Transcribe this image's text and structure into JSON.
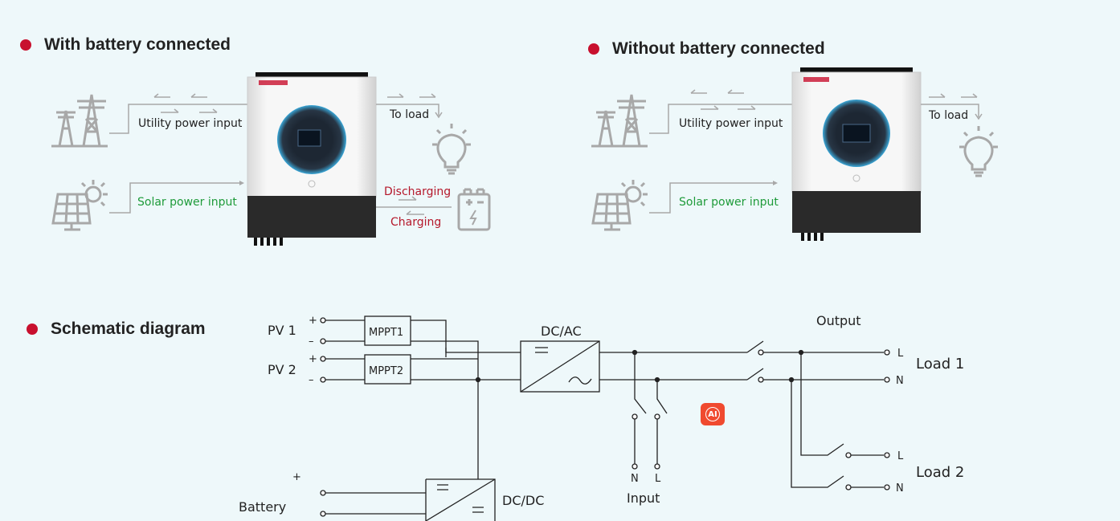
{
  "headings": {
    "with_battery": "With battery connected",
    "without_battery": "Without battery connected",
    "schematic": "Schematic diagram"
  },
  "with_battery_panel": {
    "utility_label": "Utility power input",
    "solar_label": "Solar power input",
    "to_load_label": "To load",
    "discharging_label": "Discharging",
    "charging_label": "Charging"
  },
  "without_battery_panel": {
    "utility_label": "Utility power input",
    "solar_label": "Solar power input",
    "to_load_label": "To load"
  },
  "schematic": {
    "pv1": "PV 1",
    "pv2": "PV 2",
    "mppt1": "MPPT1",
    "mppt2": "MPPT2",
    "dcac": "DC/AC",
    "dcdc": "DC/DC",
    "output": "Output",
    "load1": "Load  1",
    "load2": "Load  2",
    "battery": "Battery",
    "input": "Input",
    "plus": "+",
    "minus": "–",
    "L": "L",
    "N": "N"
  },
  "ai_badge": "AI",
  "colors": {
    "accent_red": "#c8102e",
    "solar_green": "#1f9b3a",
    "battery_red": "#b5182b",
    "icon_gray": "#a8a8a8"
  }
}
